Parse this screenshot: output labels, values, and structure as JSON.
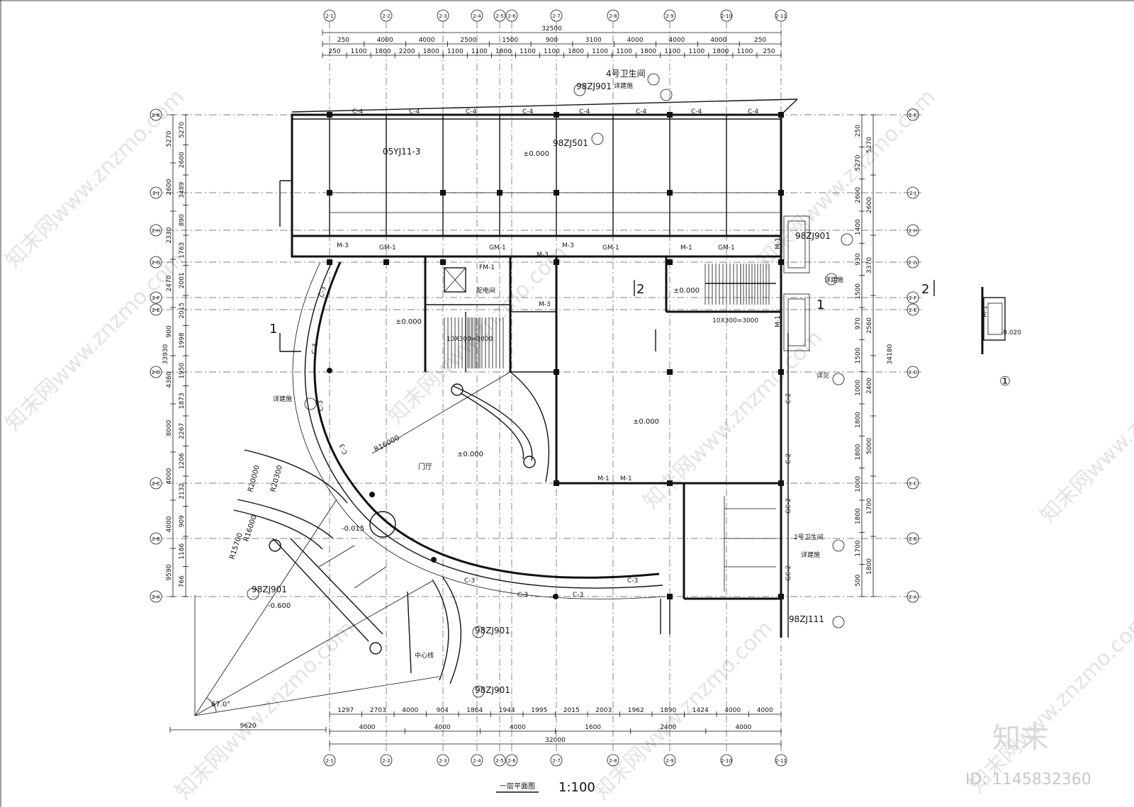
{
  "drawing": {
    "title": "一层平面图",
    "scale": "1:100"
  },
  "watermarks": {
    "site": "知末网www.znzmo.com",
    "brand": "知末",
    "id": "ID: 1145832360"
  },
  "axes": {
    "top": [
      "2-1",
      "2-2",
      "2-3",
      "2-4",
      "2-5",
      "2-6",
      "2-7",
      "2-8",
      "2-9",
      "2-10",
      "2-11"
    ],
    "bottom": [
      "2-1",
      "2-2",
      "2-3",
      "2-4",
      "2-5",
      "2-6",
      "2-7",
      "2-8",
      "2-9",
      "2-10",
      "2-11"
    ],
    "left": [
      "2-K",
      "2-J",
      "2-H",
      "2-G",
      "2-F",
      "2-E",
      "2-D",
      "2-C",
      "2-B",
      "2-A"
    ],
    "right": [
      "2-K",
      "2-J",
      "2-H",
      "2-G",
      "2-F",
      "2-E",
      "2-D",
      "2-C",
      "2-B",
      "2-A"
    ]
  },
  "dims": {
    "top_total": "32500",
    "top_row1": [
      "250",
      "4000",
      "4000",
      "2500",
      "1500",
      "900",
      "3100",
      "4000",
      "4000",
      "4000",
      "250"
    ],
    "top_row2": [
      "250",
      "1100",
      "1800",
      "2200",
      "1800",
      "1100",
      "1100",
      "1800",
      "1100",
      "1100",
      "1800",
      "1100",
      "1100",
      "1800",
      "1100",
      "1100",
      "1800",
      "1100",
      "250"
    ],
    "bottom_total": "32000",
    "bottom_row1": [
      "1297",
      "2703",
      "4000",
      "904",
      "1864",
      "1944",
      "1995",
      "2015",
      "2003",
      "1962",
      "1890",
      "1424",
      "4000",
      "4000"
    ],
    "bottom_row2": [
      "4000",
      "4000",
      "4000",
      "1600",
      "2400",
      "4000"
    ],
    "bottom_left": "9620",
    "left_total": "33930",
    "left_outer": [
      "5270",
      "2600",
      "2330",
      "2470",
      "900",
      "4360",
      "8000",
      "4000",
      "4000",
      "9590"
    ],
    "left_inner": [
      "5270",
      "2600",
      "3489",
      "890",
      "1763",
      "2001",
      "2015",
      "1998",
      "1950",
      "1873",
      "2267",
      "1206",
      "2132",
      "909",
      "1186",
      "766"
    ],
    "right_total": "34180",
    "right_outer": [
      "5270",
      "2600",
      "3370",
      "2560",
      "2400",
      "5000",
      "1700",
      "1800"
    ],
    "right_inner": [
      "250",
      "5270",
      "2600",
      "1400",
      "930",
      "1500",
      "970",
      "1500",
      "1000",
      "1800",
      "1800",
      "1000",
      "1800",
      "1700",
      "500"
    ]
  },
  "labels": {
    "window_c4": "C-4",
    "window_c3": "C-3",
    "window_c2": "C-2",
    "window_gc2": "GC-2",
    "door_m1": "M-1",
    "door_m3": "M-3",
    "door_gm1": "GM-1",
    "door_fm1": "FM-1",
    "elev_000": "±0.000",
    "elev_015": "-0.015",
    "elev_060": "-0.600",
    "elev_020": "-0.020",
    "ref1": "98ZJ901",
    "ref2": "05YJ11-3",
    "ref3": "98ZJ501",
    "ref4": "98ZJ111",
    "toilet4": "4号卫生间",
    "toilet2": "2号卫生间",
    "detail": "详建施",
    "see": "详见",
    "hall": "门厅",
    "dist": "配电间",
    "stair1": "10X300=3000",
    "radius1": "R16000",
    "radius2": "R20000",
    "radius3": "R20300",
    "radius4": "R15700",
    "angle": "67.0°",
    "centerline": "中心线",
    "sec1": "1",
    "sec2": "2",
    "detail_no": "①"
  }
}
